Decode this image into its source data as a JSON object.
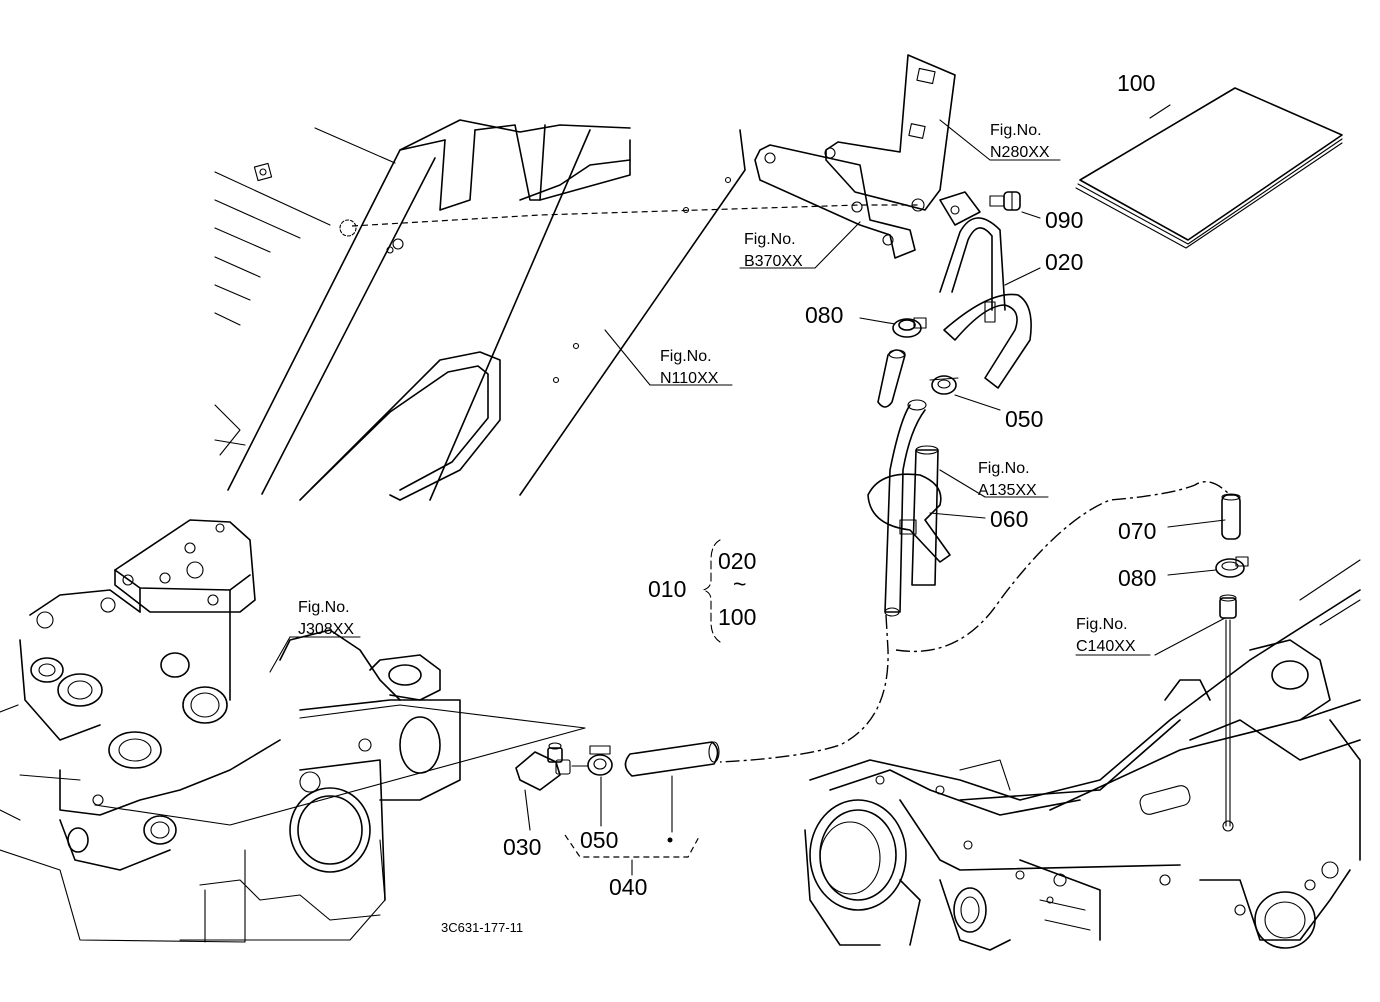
{
  "diagram": {
    "drawing_code": "3C631-177-11",
    "assembly": {
      "number": "010",
      "range_top": "020",
      "range_sep": "~",
      "range_bottom": "100"
    },
    "parts": {
      "p020": "020",
      "p030": "030",
      "p040": "040",
      "p050a": "050",
      "p050b": "050",
      "p060": "060",
      "p070": "070",
      "p080a": "080",
      "p080b": "080",
      "p090": "090",
      "p100": "100"
    },
    "fig_refs": {
      "n280": {
        "label": "Fig.No.",
        "code": "N280XX"
      },
      "b370": {
        "label": "Fig.No.",
        "code": "B370XX"
      },
      "n110": {
        "label": "Fig.No.",
        "code": "N110XX"
      },
      "a135": {
        "label": "Fig.No.",
        "code": "A135XX"
      },
      "j308": {
        "label": "Fig.No.",
        "code": "J308XX"
      },
      "c140": {
        "label": "Fig.No.",
        "code": "C140XX"
      }
    }
  }
}
